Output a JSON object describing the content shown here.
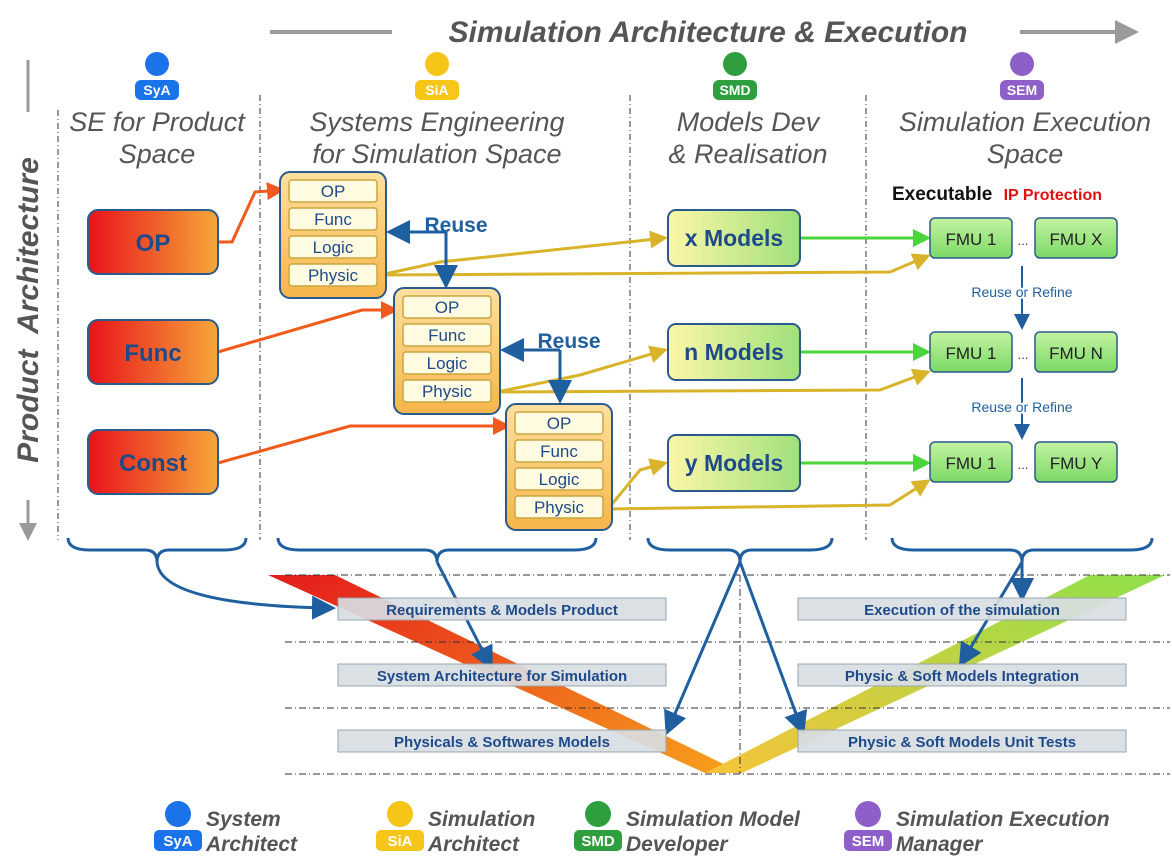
{
  "header": {
    "title": "Simulation Architecture & Execution",
    "side_label": "Product  Architecture"
  },
  "roles": [
    {
      "code": "SyA",
      "color": "#1a73e8"
    },
    {
      "code": "SiA",
      "color": "#f5c518"
    },
    {
      "code": "SMD",
      "color": "#2e9e3e"
    },
    {
      "code": "SEM",
      "color": "#8e5fc9"
    }
  ],
  "columns": [
    {
      "line1": "SE for Product",
      "line2": "Space"
    },
    {
      "line1": "Systems Engineering",
      "line2": "for Simulation Space"
    },
    {
      "line1": "Models Dev",
      "line2": "& Realisation"
    },
    {
      "line1": "Simulation Execution",
      "line2": "Space"
    }
  ],
  "product_boxes": [
    "OP",
    "Func",
    "Const"
  ],
  "stacks": [
    {
      "items": [
        "OP",
        "Func",
        "Logic",
        "Physic"
      ]
    },
    {
      "items": [
        "OP",
        "Func",
        "Logic",
        "Physic"
      ]
    },
    {
      "items": [
        "OP",
        "Func",
        "Logic",
        "Physic"
      ]
    }
  ],
  "reuse_label": "Reuse",
  "models": [
    "x Models",
    "n Models",
    "y Models"
  ],
  "executable": {
    "label": "Executable",
    "ip": "IP Protection"
  },
  "fmu_rows": [
    {
      "first": "FMU 1",
      "sep": "...",
      "last": "FMU X"
    },
    {
      "first": "FMU 1",
      "sep": "...",
      "last": "FMU N"
    },
    {
      "first": "FMU 1",
      "sep": "...",
      "last": "FMU Y"
    }
  ],
  "reuse_refine": "Reuse or Refine",
  "vcycle": {
    "left": [
      "Requirements & Models Product",
      "System Architecture for Simulation",
      "Physicals & Softwares Models"
    ],
    "right": [
      "Execution of the simulation",
      "Physic & Soft Models Integration",
      "Physic & Soft Models Unit Tests"
    ]
  },
  "legend": [
    {
      "code": "SyA",
      "line1": "System",
      "line2": "Architect",
      "color": "#1a73e8"
    },
    {
      "code": "SiA",
      "line1": "Simulation",
      "line2": "Architect",
      "color": "#f5c518"
    },
    {
      "code": "SMD",
      "line1": "Simulation Model",
      "line2": "Developer",
      "color": "#2e9e3e"
    },
    {
      "code": "SEM",
      "line1": "Simulation Execution",
      "line2": "Manager",
      "color": "#8e5fc9"
    }
  ]
}
